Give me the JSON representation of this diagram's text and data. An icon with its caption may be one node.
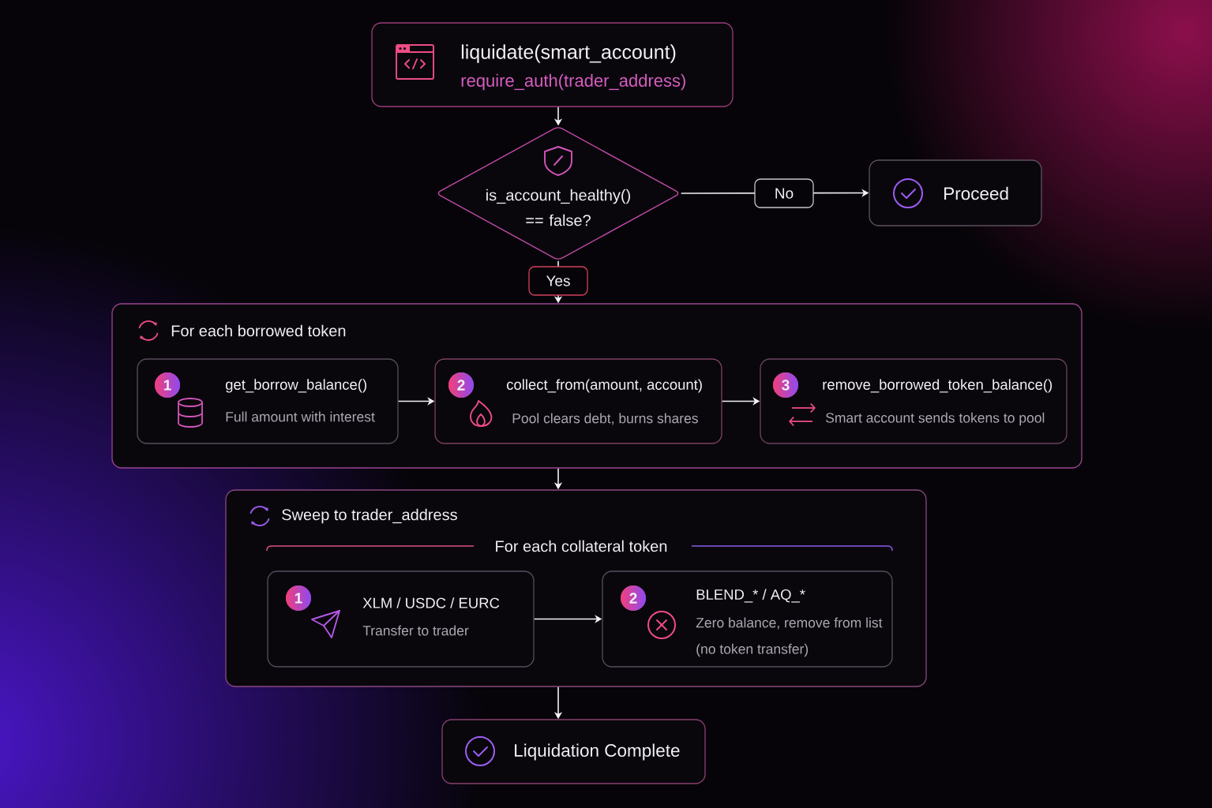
{
  "diagram": {
    "nodes": [
      {
        "text": [
          "liquidate(smart_account)",
          "require_auth(trader_address)"
        ]
      },
      {
        "text": [
          "is_account_healthy() == false?"
        ]
      },
      {
        "text": [
          "Proceed"
        ]
      },
      {
        "text": [
          "For each borrowed token"
        ]
      },
      {
        "text": [
          "1",
          "get_borrow_balance()",
          "Full amount with interest"
        ],
        "in": 3
      },
      {
        "text": [
          "2",
          "collect_from(amount, account)",
          "Pool clears debt, burns shares"
        ],
        "in": 3
      },
      {
        "text": [
          "3",
          "remove_borrowed_token_balance()",
          "Smart account sends tokens to pool"
        ],
        "in": 3
      },
      {
        "text": [
          "Sweep to trader_address",
          "For each collateral token"
        ]
      },
      {
        "text": [
          "1",
          "XLM / USDC / EURC",
          "Transfer to trader"
        ],
        "in": 7
      },
      {
        "text": [
          "2",
          "BLEND_* / AQ_*",
          "Zero balance, remove from list",
          "(no token transfer)"
        ],
        "in": 7
      },
      {
        "text": [
          "Liquidation Complete"
        ]
      }
    ],
    "edges": [
      {
        "from": 0,
        "to": 1,
        "arrow": "to"
      },
      {
        "from": 1,
        "to": 2,
        "arrow": "to",
        "label": "No"
      },
      {
        "from": 1,
        "to": 3,
        "arrow": "to",
        "label": "Yes"
      },
      {
        "from": 4,
        "to": 5,
        "arrow": "to"
      },
      {
        "from": 5,
        "to": 6,
        "arrow": "to"
      },
      {
        "from": 3,
        "to": 7,
        "arrow": "to"
      },
      {
        "from": 8,
        "to": 9,
        "arrow": "to"
      },
      {
        "from": 7,
        "to": 10,
        "arrow": "to"
      }
    ]
  }
}
